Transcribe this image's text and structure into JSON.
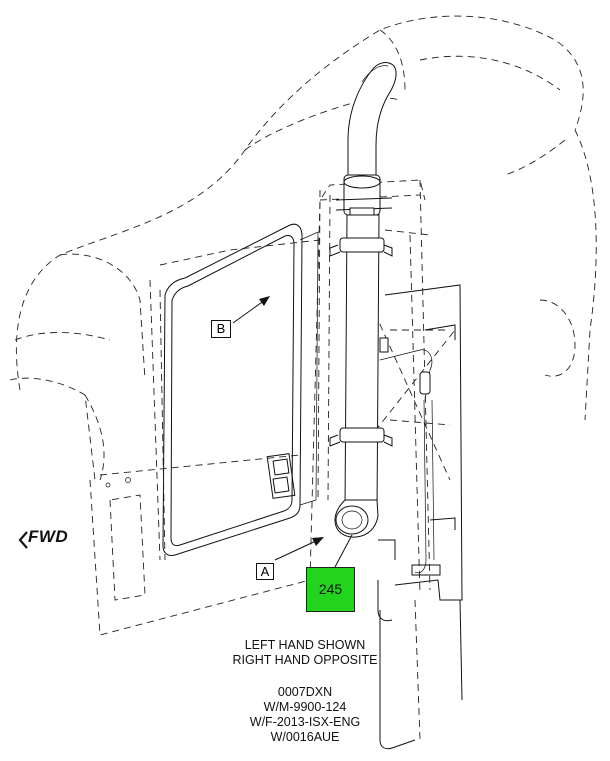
{
  "labels": {
    "view_b": "B",
    "view_a": "A",
    "fwd": "FWD",
    "callout": "245"
  },
  "caption": {
    "line1": "LEFT HAND SHOWN",
    "line2": "RIGHT HAND OPPOSITE"
  },
  "drawing_ref": {
    "line1": "0007DXN",
    "line2": "W/M-9900-124",
    "line3": "W/F-2013-ISX-ENG",
    "line4": "W/0016AUE"
  },
  "colors": {
    "callout_fill": "#22d41e",
    "ink": "#111111",
    "background": "#ffffff"
  }
}
